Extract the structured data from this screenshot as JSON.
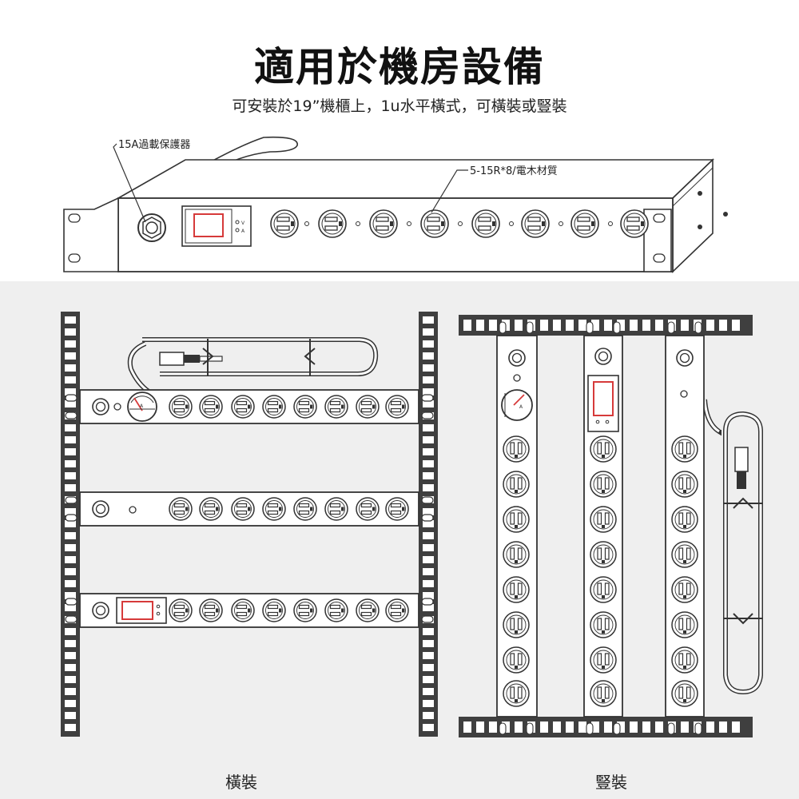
{
  "title": "適用於機房設備",
  "subtitle": "可安裝於19”機櫃上，1u水平橫式，可橫裝或豎裝",
  "callouts": {
    "breaker": "15A過載保護器",
    "outlet": "5-15R*8/電木材質"
  },
  "captions": {
    "horizontal": "橫裝",
    "vertical": "豎裝"
  },
  "colors": {
    "line": "#333333",
    "accent": "#d63a3a",
    "rail": "#3f3f3f",
    "bottom_bg": "#efefef"
  },
  "outlet_count": 8
}
